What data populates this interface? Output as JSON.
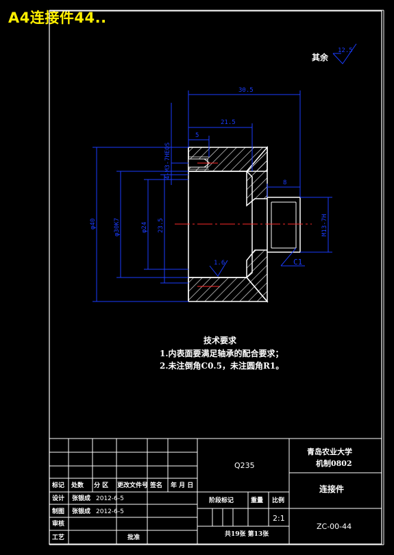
{
  "page_title": "A4连接件44..",
  "roughness": {
    "label": "其余",
    "value": "12.5",
    "hole_value": "1.6"
  },
  "dimensions": {
    "overall_length": "30.5",
    "bore_depth": "21.5",
    "tap_depth": "5",
    "spigot_length": "8",
    "thread_holes": "4-M3-7HEQS",
    "outer_diameter": "φ40",
    "bearing_seat": "φ30K7",
    "bore_diameter": "φ24",
    "inner_step": "23.5",
    "spigot_thread": "M13-7H",
    "chamfer": "C1"
  },
  "tech_requirements": {
    "heading": "技术要求",
    "items": [
      "1.内表面要满足轴承的配合要求；",
      "2.未注倒角C0.5，未注圆角R1。"
    ]
  },
  "title_block": {
    "material": "Q235",
    "school": "青岛农业大学",
    "class_name": "机制0802",
    "part_name": "连接件",
    "drawing_no": "ZC-00-44",
    "scale": "2:1",
    "scale_label": "比例",
    "weight_label": "重量",
    "stage_label": "阶段标记",
    "sheets": "共19张 第13张",
    "revision_headers": [
      "标记",
      "处数",
      "分 区",
      "更改文件号",
      "签名",
      "年 月 日"
    ],
    "designer_label": "设计",
    "designer": "张银成",
    "design_date": "2012-6-5",
    "drafter_label": "制图",
    "drafter": "张银成",
    "draft_date": "2012-6-5",
    "checker_label": "审核",
    "process_label": "工艺",
    "approve_label": "批准"
  }
}
